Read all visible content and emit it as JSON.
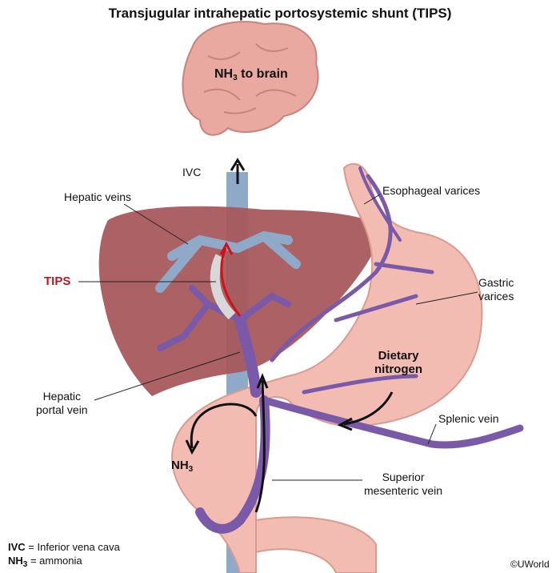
{
  "title": "Transjugular intrahepatic portosystemic shunt (TIPS)",
  "brain_label": {
    "main": "NH",
    "sub": "3",
    "rest": " to brain"
  },
  "labels": {
    "ivc": "IVC",
    "hepatic_veins": "Hepatic veins",
    "esophageal_varices": "Esophageal varices",
    "tips": "TIPS",
    "gastric_varices_1": "Gastric",
    "gastric_varices_2": "varices",
    "dietary_nitrogen_1": "Dietary",
    "dietary_nitrogen_2": "nitrogen",
    "hepatic_portal_vein_1": "Hepatic",
    "hepatic_portal_vein_2": "portal vein",
    "splenic_vein": "Splenic vein",
    "nh3_main": "NH",
    "nh3_sub": "3",
    "smv_1": "Superior",
    "smv_2": "mesenteric vein"
  },
  "legend": [
    {
      "abbr": "IVC",
      "sub": "",
      "def": " = Inferior vena cava"
    },
    {
      "abbr": "NH",
      "sub": "3",
      "def": " = ammonia"
    }
  ],
  "copyright": "©UWorld",
  "colors": {
    "tips_label": "#c0141c",
    "liver": "#a8585c",
    "vein": "#7a5aa8",
    "ivc": "#8fa9c8",
    "stomach": "#f2bcb2",
    "brain": "#e9a9a0"
  }
}
